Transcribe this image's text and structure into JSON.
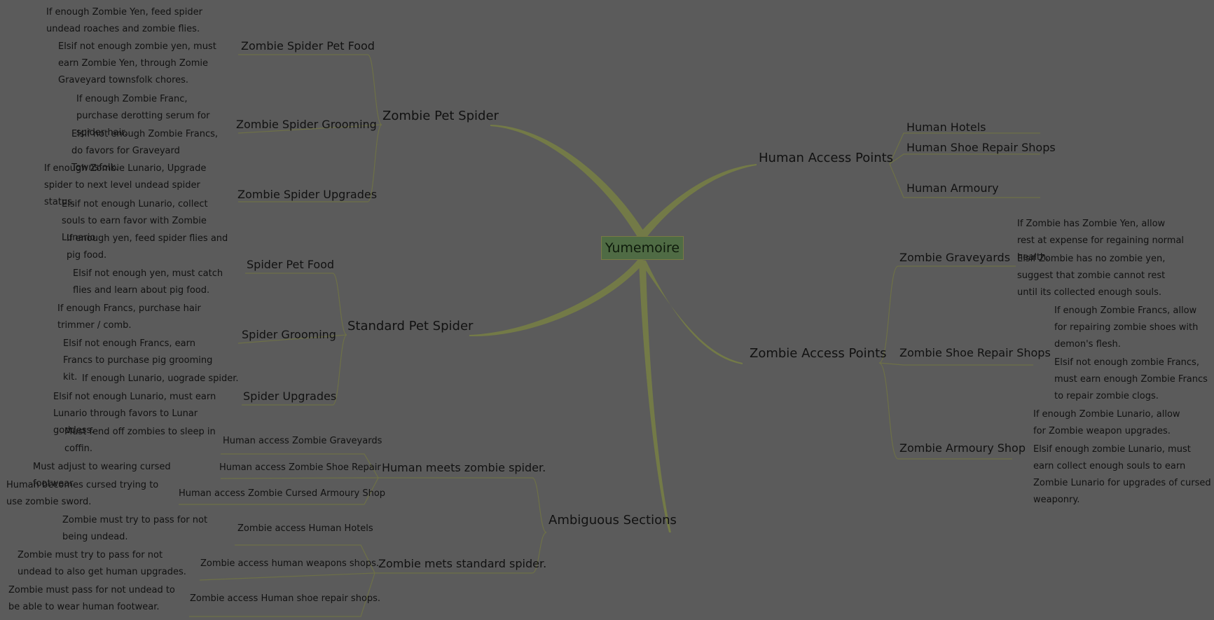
{
  "root": {
    "label": "Yumemoire"
  },
  "colors": {
    "background": "#5b5b5b",
    "branch": "#737a47",
    "line": "#6d7047",
    "root_fill": "#4f6b44",
    "root_border": "#797a44"
  },
  "branches": {
    "zombie_pet_spider": {
      "label": "Zombie Pet Spider",
      "children": [
        {
          "label": "Zombie Spider Pet Food",
          "leaves": [
            "If enough Zombie Yen, feed spider undead roaches and zombie flies.",
            "Elsif not enough zombie yen, must earn Zombie Yen, through Zomie Graveyard townsfolk chores."
          ]
        },
        {
          "label": "Zombie Spider Grooming",
          "leaves": [
            "If enough Zombie Franc, purchase derotting serum for spider hair.",
            "Elsif not enough Zombie Francs, do favors for Graveyard Townsfolk."
          ]
        },
        {
          "label": "Zombie Spider Upgrades",
          "leaves": [
            "If enough Zombie Lunario, Upgrade spider to next level undead spider status.",
            "Elsif not enough Lunario, collect souls to earn favor with Zombie Lunario."
          ]
        }
      ]
    },
    "standard_pet_spider": {
      "label": "Standard Pet Spider",
      "children": [
        {
          "label": "Spider Pet Food",
          "leaves": [
            "If enough yen, feed spider flies and pig food.",
            "Elsif not enough yen, must catch flies and learn about pig food."
          ]
        },
        {
          "label": "Spider Grooming",
          "leaves": [
            "If enough Francs, purchase hair trimmer / comb.",
            "Elsif not enough Francs, earn Francs to purchase pig grooming kit."
          ]
        },
        {
          "label": "Spider Upgrades",
          "leaves": [
            "If enough Lunario, uograde spider.",
            "Elsif not enough Lunario, must earn Lunario through favors to Lunar goddess."
          ]
        }
      ]
    },
    "ambiguous": {
      "label": "Ambiguous Sections",
      "children": [
        {
          "label": "Human meets zombie spider.",
          "children": [
            {
              "label": "Human access Zombie Graveyards",
              "leaf": "Must fend off zombies to sleep in coffin."
            },
            {
              "label": "Human access Zombie Shoe Repair",
              "leaf": "Must adjust to wearing cursed footwear."
            },
            {
              "label": "Human access Zombie Cursed Armoury Shop",
              "leaf": "Human becomes cursed trying to use zombie sword."
            }
          ]
        },
        {
          "label": "Zombie mets standard spider.",
          "children": [
            {
              "label": "Zombie access Human Hotels",
              "leaf": "Zombie must try to pass for not being undead."
            },
            {
              "label": "Zombie access human weapons shops.",
              "leaf": "Zombie must try to pass for not undead to also get human upgrades."
            },
            {
              "label": "Zombie access Human shoe repair shops.",
              "leaf": "Zombie must pass for not undead to be able to wear human footwear."
            }
          ]
        }
      ]
    },
    "human_access": {
      "label": "Human Access Points",
      "children": [
        "Human Hotels",
        "Human Shoe Repair Shops",
        "Human Armoury"
      ]
    },
    "zombie_access": {
      "label": "Zombie Access Points",
      "children": [
        {
          "label": "Zombie Graveyards",
          "leaves": [
            "If Zombie has Zombie Yen, allow rest at expense for regaining normal health.",
            "Elsif Zombie has no zombie yen, suggest that zombie cannot rest until its collected enough souls."
          ]
        },
        {
          "label": "Zombie Shoe Repair Shops",
          "leaves": [
            "If enough Zombie Francs, allow for repairing zombie shoes with demon's flesh.",
            "Elsif not enough zombie Francs, must earn enough Zombie Francs to repair zombie clogs."
          ]
        },
        {
          "label": "Zombie Armoury Shop",
          "leaves": [
            "If enough Zombie Lunario, allow for Zombie weapon upgrades.",
            "Elsif enough zombie Lunario, must earn collect enough souls to earn Zombie Lunario for upgrades of cursed weaponry."
          ]
        }
      ]
    }
  }
}
